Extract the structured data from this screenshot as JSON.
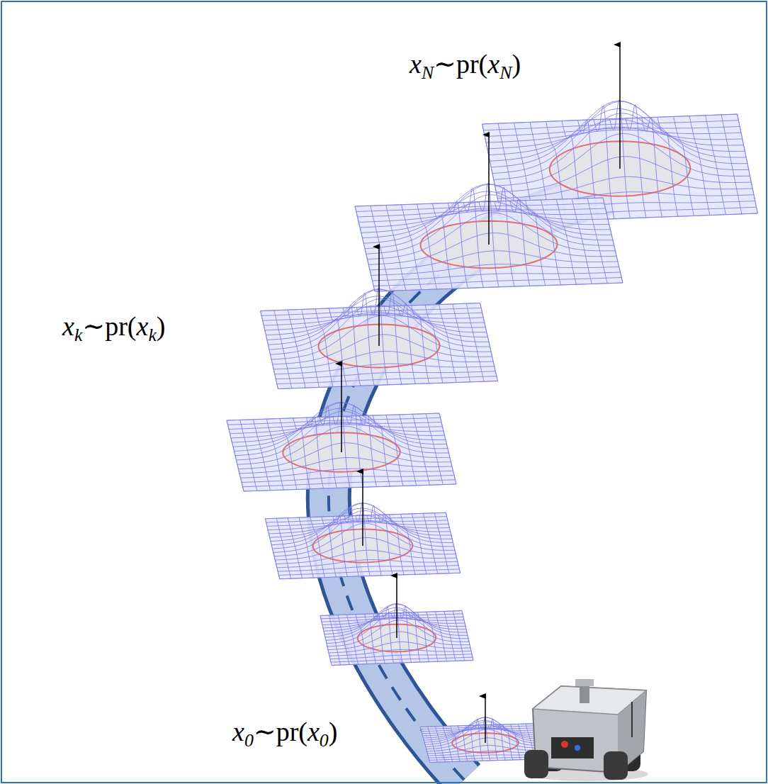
{
  "diagram": {
    "labels": [
      "xN∼pr(xN)",
      "xk∼pr(xk)",
      "x0∼pr(x0)"
    ]
  }
}
